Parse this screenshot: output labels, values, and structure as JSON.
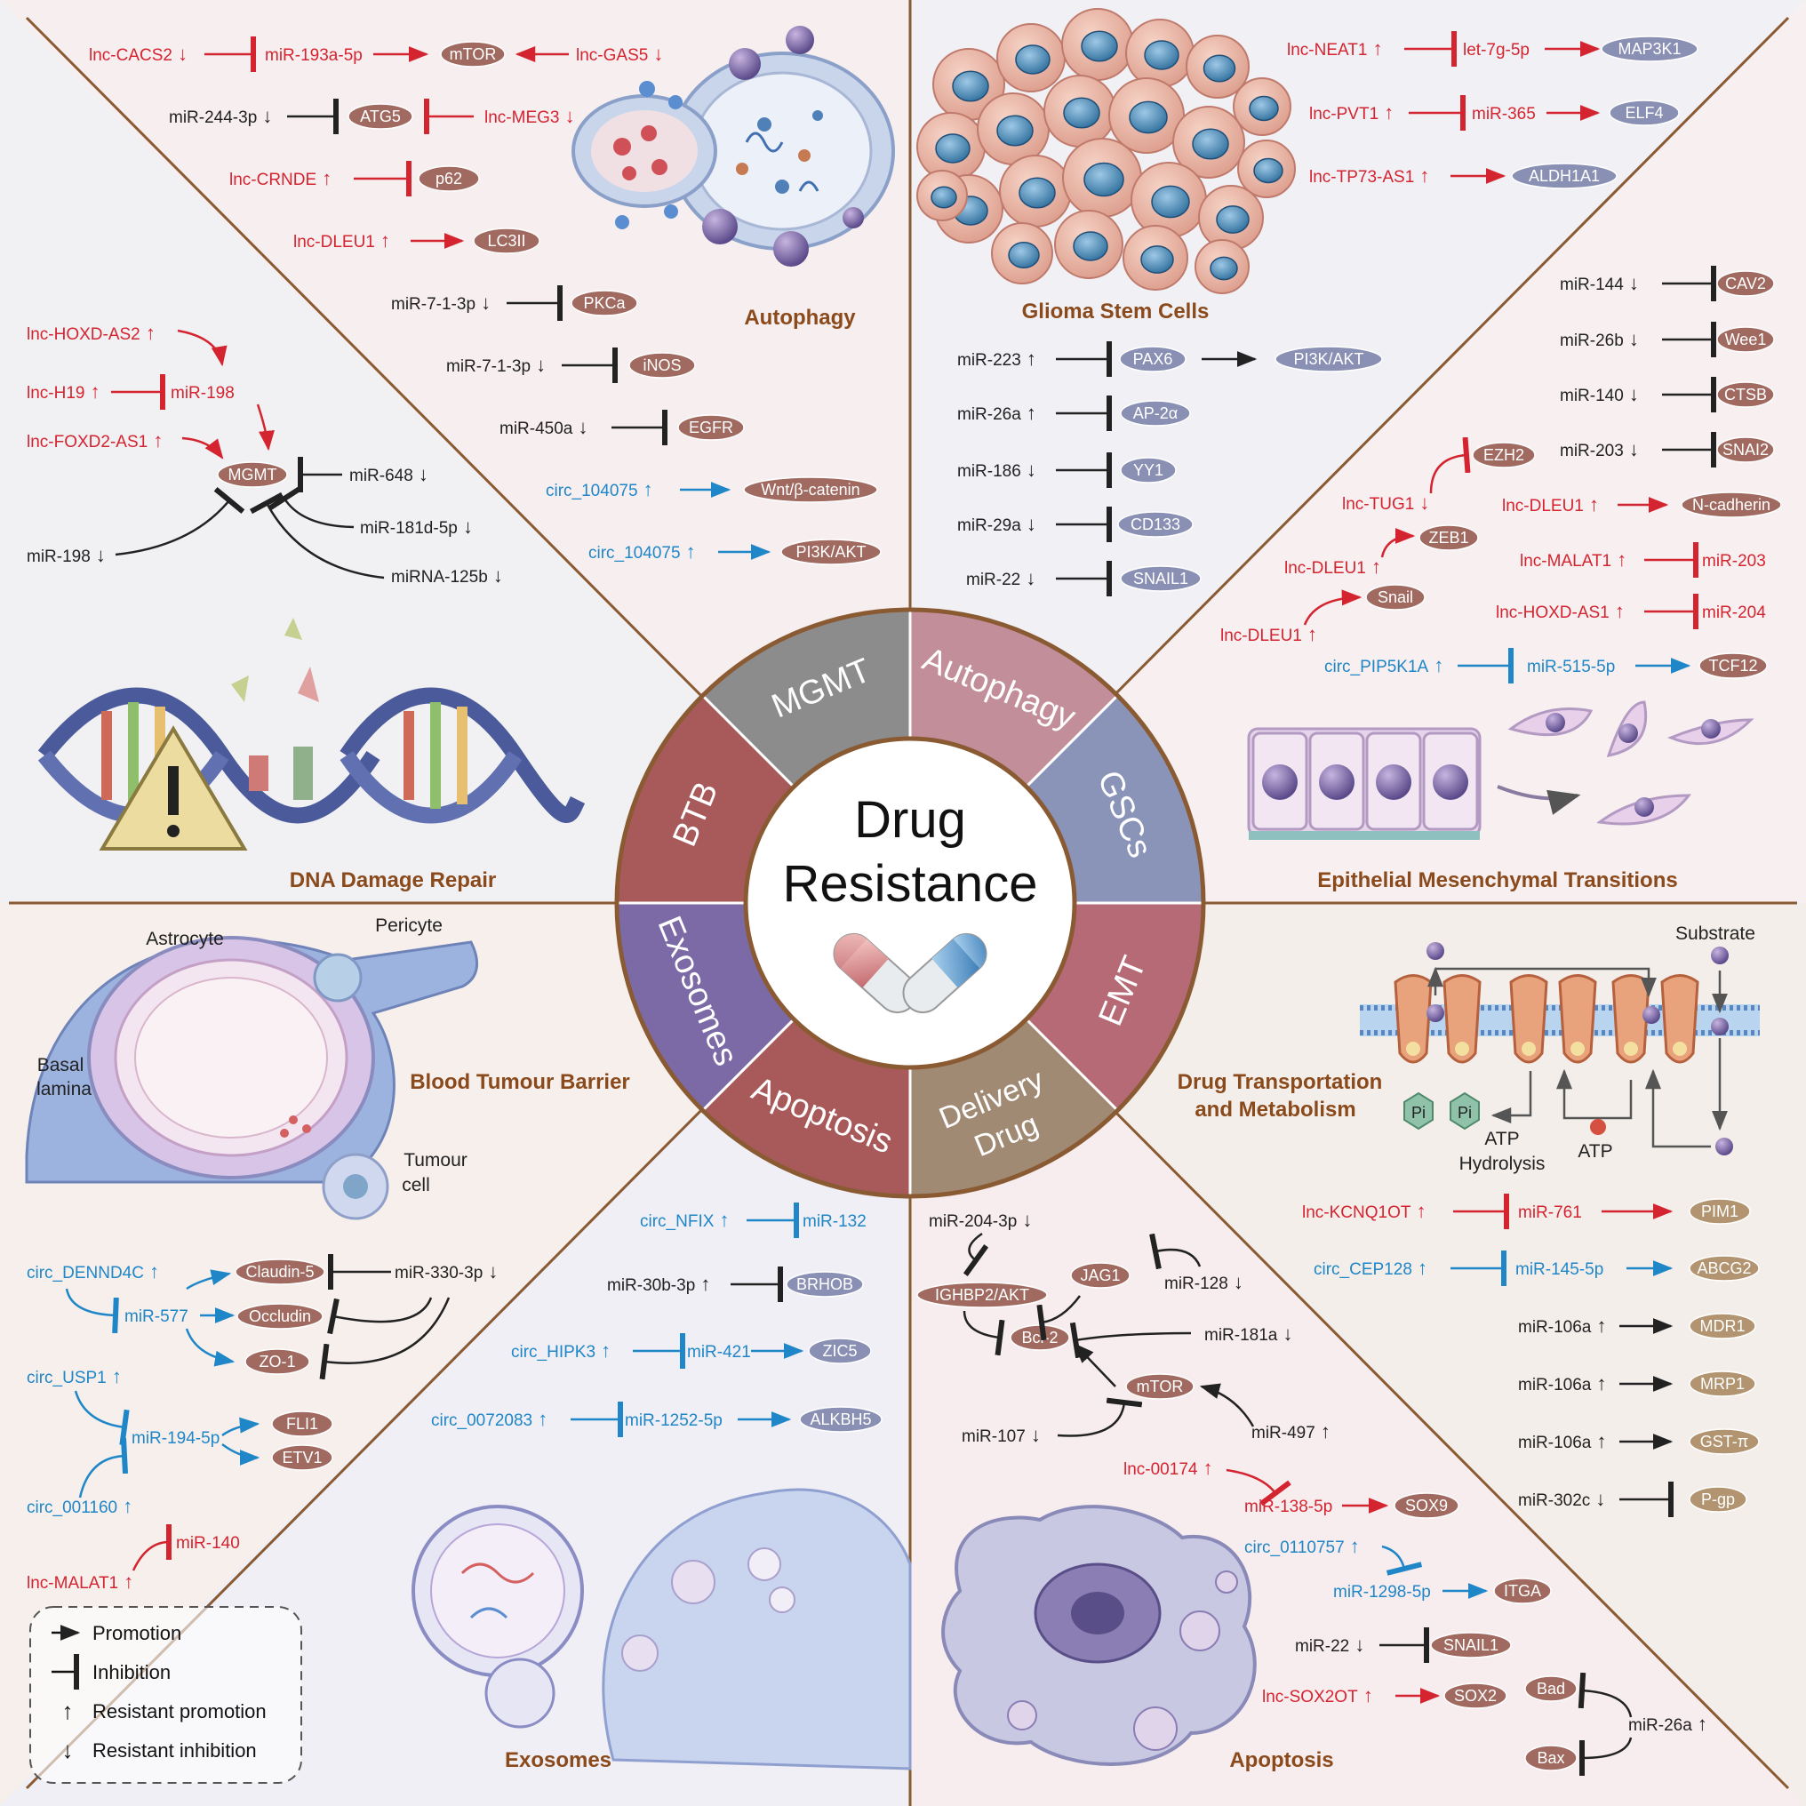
{
  "center": {
    "line1": "Drug",
    "line2": "Resistance"
  },
  "ring_labels": {
    "autophagy": "Autophagy",
    "gscs": "GSCs",
    "emt": "EMT",
    "drug_delivery_1": "Drug",
    "drug_delivery_2": "Delivery",
    "apoptosis": "Apoptosis",
    "exosomes": "Exosomes",
    "btb": "BTB",
    "mgmt": "MGMT"
  },
  "section_titles": {
    "autophagy": "Autophagy",
    "gsc": "Glioma Stem Cells",
    "dna": "DNA Damage Repair",
    "emt": "Epithelial Mesenchymal Transitions",
    "btb": "Blood Tumour Barrier",
    "drug_1": "Drug Transportation",
    "drug_2": "and Metabolism",
    "exosomes": "Exosomes",
    "apoptosis": "Apoptosis"
  },
  "anatomy_labels": {
    "astrocyte": "Astrocyte",
    "pericyte": "Pericyte",
    "basal_1": "Basal",
    "basal_2": "lamina",
    "tumour_1": "Tumour",
    "tumour_2": "cell",
    "substrate": "Substrate",
    "atp_hydrolysis_1": "ATP",
    "atp_hydrolysis_2": "Hydrolysis",
    "atp": "ATP",
    "pi": "Pi"
  },
  "legend": {
    "promotion": "Promotion",
    "inhibition": "Inhibition",
    "resistant_promotion": "Resistant promotion",
    "resistant_inhibition": "Resistant inhibition"
  },
  "autophagy": {
    "r1": {
      "a": "lnc-CACS2",
      "b": "miR-193a-5p",
      "c": "mTOR",
      "d": "lnc-GAS5"
    },
    "r2": {
      "a": "miR-244-3p",
      "b": "ATG5",
      "c": "lnc-MEG3"
    },
    "r3": {
      "a": "lnc-CRNDE",
      "b": "p62"
    },
    "r4": {
      "a": "lnc-DLEU1",
      "b": "LC3II"
    },
    "r5": {
      "a": "miR-7-1-3p",
      "b": "PKCa"
    },
    "r6": {
      "a": "miR-7-1-3p",
      "b": "iNOS"
    },
    "r7": {
      "a": "miR-450a",
      "b": "EGFR"
    },
    "r8": {
      "a": "circ_104075",
      "b": "Wnt/β-catenin"
    },
    "r9": {
      "a": "circ_104075",
      "b": "PI3K/AKT"
    }
  },
  "gsc": {
    "t1": {
      "a": "lnc-NEAT1",
      "b": "let-7g-5p",
      "c": "MAP3K1"
    },
    "t2": {
      "a": "lnc-PVT1",
      "b": "miR-365",
      "c": "ELF4"
    },
    "t3": {
      "a": "lnc-TP73-AS1",
      "b": "ALDH1A1"
    },
    "r1": {
      "a": "miR-223",
      "b": "PAX6",
      "c": "PI3K/AKT"
    },
    "r2": {
      "a": "miR-26a",
      "b": "AP-2α"
    },
    "r3": {
      "a": "miR-186",
      "b": "YY1"
    },
    "r4": {
      "a": "miR-29a",
      "b": "CD133"
    },
    "r5": {
      "a": "miR-22",
      "b": "SNAIL1"
    }
  },
  "emt": {
    "r1": {
      "a": "miR-144",
      "b": "CAV2"
    },
    "r2": {
      "a": "miR-26b",
      "b": "Wee1"
    },
    "r3": {
      "a": "miR-140",
      "b": "CTSB"
    },
    "r4": {
      "a": "miR-203",
      "b": "SNAI2"
    },
    "tug1": {
      "a": "lnc-TUG1",
      "b": "EZH2"
    },
    "dleu1a": {
      "a": "lnc-DLEU1",
      "b": "N-cadherin"
    },
    "dleu1b": {
      "a": "lnc-DLEU1",
      "b": "ZEB1"
    },
    "malat1": {
      "a": "lnc-MALAT1",
      "b": "miR-203"
    },
    "hoxd": {
      "a": "lnc-HOXD-AS1",
      "b": "miR-204"
    },
    "dleu1c": {
      "a": "lnc-DLEU1",
      "b": "Snail"
    },
    "pip": {
      "a": "circ_PIP5K1A",
      "b": "miR-515-5p",
      "c": "TCF12"
    }
  },
  "mgmt": {
    "hoxd": "lnc-HOXD-AS2",
    "h19": "lnc-H19",
    "mir198a": "miR-198",
    "foxd2": "lnc-FOXD2-AS1",
    "mgmt": "MGMT",
    "m648": "miR-648",
    "m181d": "miR-181d-5p",
    "m198b": "miR-198",
    "m125b": "miRNA-125b"
  },
  "btb": {
    "dennd": "circ_DENND4C",
    "cl5": "Claudin-5",
    "m330": "miR-330-3p",
    "m577": "miR-577",
    "occ": "Occludin",
    "zo1": "ZO-1",
    "usp1": "circ_USP1",
    "fli1": "FLI1",
    "m194": "miR-194-5p",
    "etv1": "ETV1",
    "c1160": "circ_001160",
    "m140": "miR-140",
    "malat1": "lnc-MALAT1"
  },
  "exosomes": {
    "r1": {
      "a": "circ_NFIX",
      "b": "miR-132"
    },
    "r2": {
      "a": "miR-30b-3p",
      "b": "BRHOB"
    },
    "r3": {
      "a": "circ_HIPK3",
      "b": "miR-421",
      "c": "ZIC5"
    },
    "r4": {
      "a": "circ_0072083",
      "b": "miR-1252-5p",
      "c": "ALKBH5"
    }
  },
  "drug": {
    "r1": {
      "a": "lnc-KCNQ1OT",
      "b": "miR-761",
      "c": "PIM1"
    },
    "r2": {
      "a": "circ_CEP128",
      "b": "miR-145-5p",
      "c": "ABCG2"
    },
    "r3": {
      "a": "miR-106a",
      "b": "MDR1"
    },
    "r4": {
      "a": "miR-106a",
      "b": "MRP1"
    },
    "r5": {
      "a": "miR-106a",
      "b": "GST-π"
    },
    "r6": {
      "a": "miR-302c",
      "b": "P-gp"
    }
  },
  "apoptosis": {
    "m204": "miR-204-3p",
    "igf": "IGHBP2/AKT",
    "jag1": "JAG1",
    "m128": "miR-128",
    "m181a": "miR-181a",
    "bcl2": "Bcl-2",
    "mtor": "mTOR",
    "m107": "miR-107",
    "m497": "miR-497",
    "l174": "lnc-00174",
    "m138": "miR-138-5p",
    "sox9": "SOX9",
    "c110": "circ_0110757",
    "m1298": "miR-1298-5p",
    "itga": "ITGA",
    "m22": "miR-22",
    "snail1": "SNAIL1",
    "sox2ot": "lnc-SOX2OT",
    "sox2": "SOX2",
    "bad": "Bad",
    "m26a": "miR-26a",
    "bax": "Bax"
  },
  "colors": {
    "red": "#d42430",
    "blue": "#1f86c8",
    "black": "#222222",
    "brown_node": "#a06a60",
    "slate_node": "#8a90b4",
    "tan_node": "#b29470",
    "title": "#8a4a1c",
    "frame": "#8a5a32"
  }
}
